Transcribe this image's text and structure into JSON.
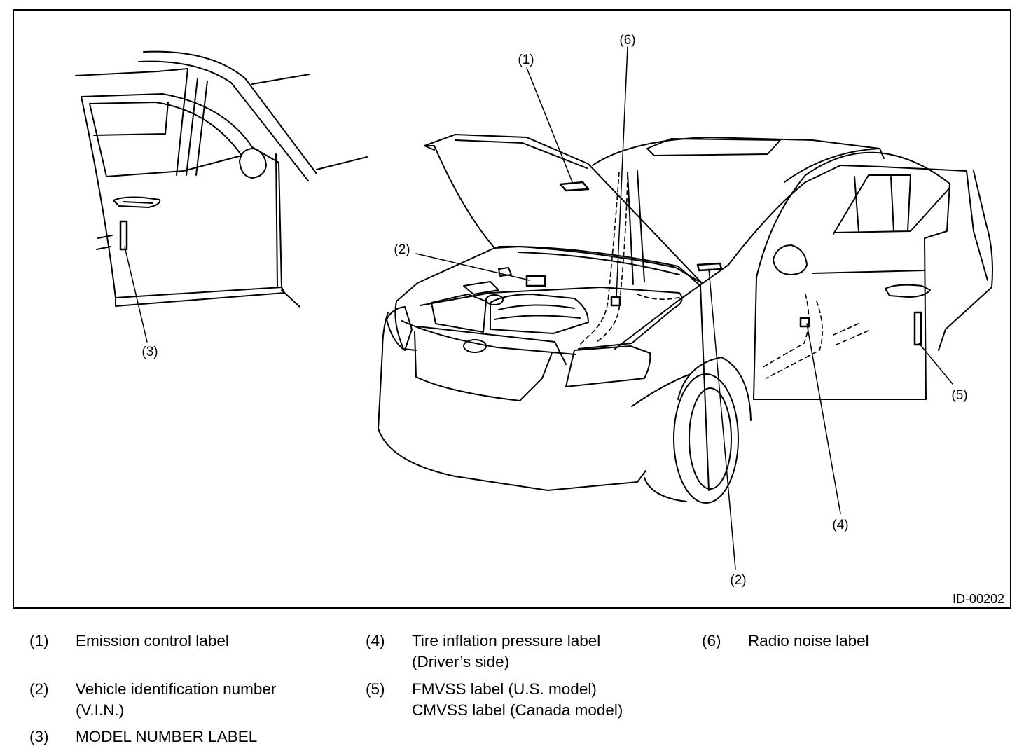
{
  "figure": {
    "id": "ID-00202",
    "callouts": {
      "c1": "(1)",
      "c2a": "(2)",
      "c2b": "(2)",
      "c3": "(3)",
      "c4": "(4)",
      "c5": "(5)",
      "c6": "(6)"
    }
  },
  "legend": [
    {
      "num": "(1)",
      "lines": [
        "Emission control label"
      ]
    },
    {
      "num": "(2)",
      "lines": [
        "Vehicle identification number",
        "(V.I.N.)"
      ]
    },
    {
      "num": "(3)",
      "lines": [
        "MODEL NUMBER LABEL"
      ]
    },
    {
      "num": "(4)",
      "lines": [
        "Tire inflation pressure label",
        "(Driver’s side)"
      ]
    },
    {
      "num": "(5)",
      "lines": [
        "FMVSS label (U.S. model)",
        "CMVSS label (Canada model)"
      ]
    },
    {
      "num": "(6)",
      "lines": [
        "Radio noise label"
      ]
    }
  ]
}
